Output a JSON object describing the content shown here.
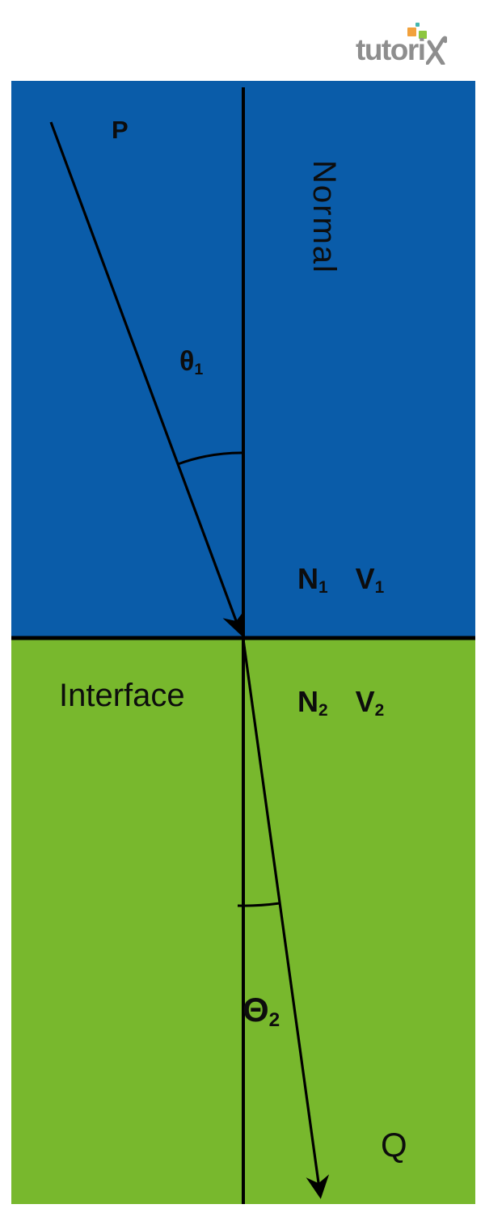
{
  "logo": {
    "text": "tutori",
    "x_text": "x",
    "color": "#8e8e8e",
    "squares": {
      "orange": "#f2a13c",
      "green": "#8dc63f",
      "teal": "#45b7af"
    }
  },
  "diagram": {
    "colors": {
      "medium1_blue": "#0a5ca9",
      "medium2_green": "#78b82d",
      "line": "#000000"
    },
    "labels": {
      "incident_ray": "P",
      "normal": "Normal",
      "theta1": {
        "base": "θ",
        "sub": "1"
      },
      "n1": {
        "base": "N",
        "sub": "1"
      },
      "v1": {
        "base": "V",
        "sub": "1"
      },
      "interface": "Interface",
      "n2": {
        "base": "N",
        "sub": "2"
      },
      "v2": {
        "base": "V",
        "sub": "2"
      },
      "theta2": {
        "base": "Θ",
        "sub": "2"
      },
      "refracted_ray": "Q"
    }
  }
}
